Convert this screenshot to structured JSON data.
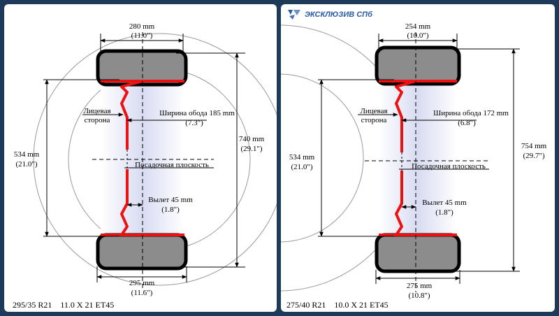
{
  "brand": {
    "name": "ЭКСКЛЮЗИВ СПб"
  },
  "colors": {
    "background": "#1e3a5a",
    "rim": "#ee1111",
    "tire": "#8c8c8c",
    "accent": "#2a5ba8"
  },
  "left": {
    "spec": "295/35 R21    11.0 X 21 ET45",
    "top_width": {
      "mm": "280 mm",
      "in": "(11.0\")"
    },
    "bottom_width": {
      "mm": "295 mm",
      "in": "(11.6\")"
    },
    "rim_diameter": {
      "mm": "534 mm",
      "in": "(21.0\")"
    },
    "overall_diameter": {
      "mm": "740 mm",
      "in": "(29.1\")"
    },
    "rim_width": {
      "label": "Ширина обода 185 mm",
      "in": "(7.3\")"
    },
    "face_side": {
      "line1": "Лицевая",
      "line2": "сторона"
    },
    "mounting_plane": "Посадочная плоскость",
    "offset": {
      "label": "Вылет 45 mm",
      "in": "(1.8\")"
    }
  },
  "right": {
    "spec": "275/40 R21    10.0 X 21 ET45",
    "top_width": {
      "mm": "254 mm",
      "in": "(10.0\")"
    },
    "bottom_width": {
      "mm": "275 mm",
      "in": "(10.8\")"
    },
    "rim_diameter": {
      "mm": "534 mm",
      "in": "(21.0\")"
    },
    "overall_diameter": {
      "mm": "754 mm",
      "in": "(29.7\")"
    },
    "rim_width": {
      "label": "Ширина обода 172 mm",
      "in": "(6.8\")"
    },
    "face_side": {
      "line1": "Лицевая",
      "line2": "сторона"
    },
    "mounting_plane": "Посадочная плоскость",
    "offset": {
      "label": "Вылет 45 mm",
      "in": "(1.8\")"
    }
  }
}
